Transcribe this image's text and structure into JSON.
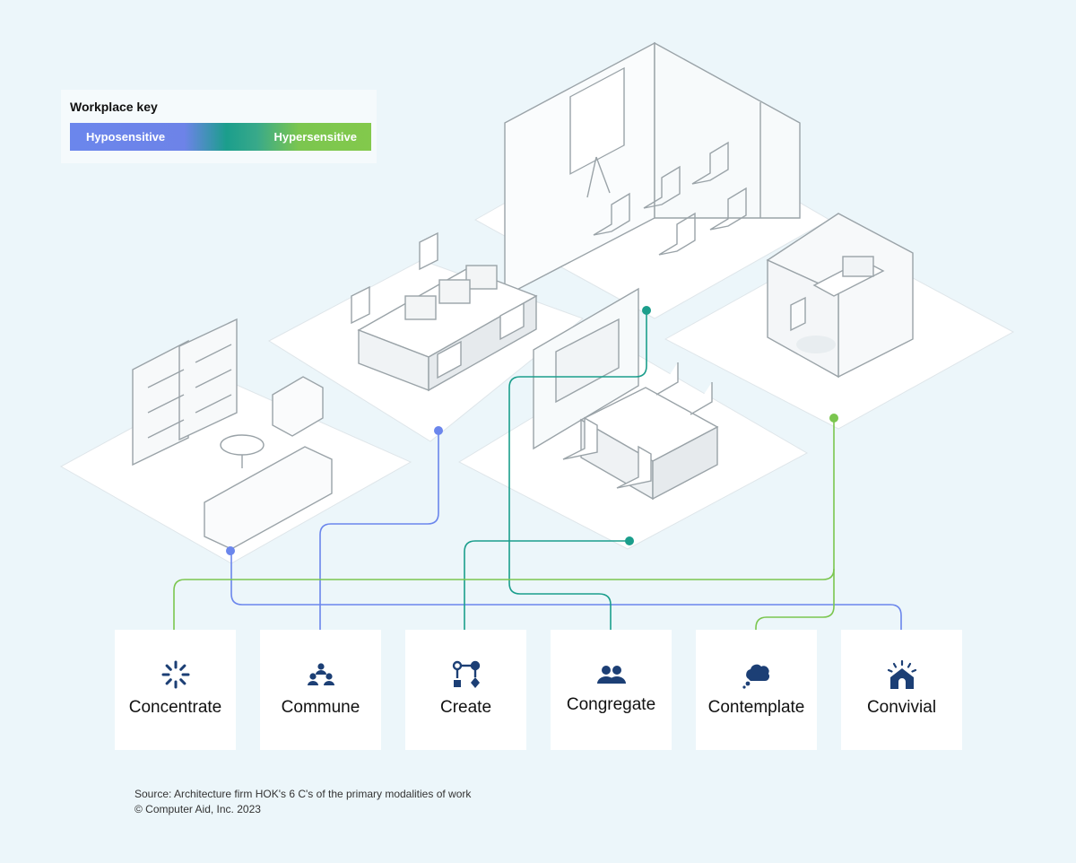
{
  "key": {
    "title": "Workplace key",
    "low_label": "Hyposensitive",
    "high_label": "Hypersensitive",
    "low_color": "#6b86ec",
    "high_color": "#83c94c"
  },
  "modes": [
    {
      "label": "Concentrate",
      "icon": "concentrate-icon"
    },
    {
      "label": "Commune",
      "icon": "commune-icon"
    },
    {
      "label": "Create",
      "icon": "create-icon"
    },
    {
      "label": "Congregate",
      "icon": "congregate-icon"
    },
    {
      "label": "Contemplate",
      "icon": "contemplate-icon"
    },
    {
      "label": "Convivial",
      "icon": "convivial-icon"
    }
  ],
  "colors": {
    "blue_line": "#6b86ec",
    "teal_line": "#1b9e8c",
    "green_line": "#7bc64f",
    "icon_navy": "#1c3f75"
  },
  "source": {
    "line1": "Source: Architecture firm HOK's 6 C's of the primary modalities of work",
    "line2": "© Computer Aid, Inc. 2023"
  }
}
